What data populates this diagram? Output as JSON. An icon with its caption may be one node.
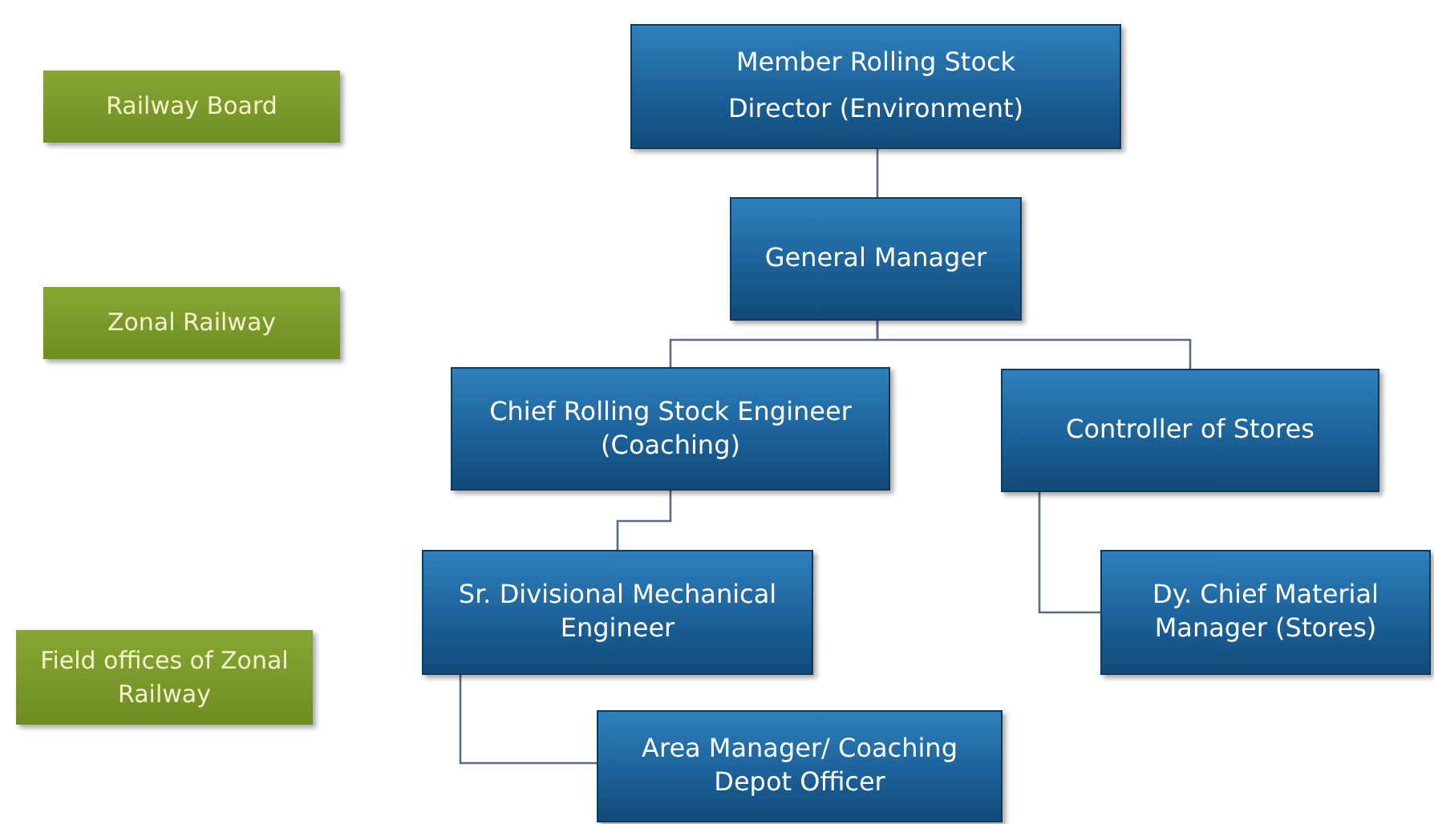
{
  "diagram": {
    "nodes": [
      {
        "text": [
          "Railway Board"
        ]
      },
      {
        "text": [
          "Zonal Railway"
        ]
      },
      {
        "text": [
          "Field offices of Zonal Railway"
        ]
      },
      {
        "text": [
          "Member Rolling Stock",
          "Director (Environment)"
        ]
      },
      {
        "text": [
          "General Manager"
        ]
      },
      {
        "text": [
          "Chief Rolling Stock Engineer (Coaching)"
        ]
      },
      {
        "text": [
          "Controller of Stores"
        ]
      },
      {
        "text": [
          "Sr. Divisional Mechanical Engineer"
        ]
      },
      {
        "text": [
          "Dy. Chief Material Manager (Stores)"
        ]
      },
      {
        "text": [
          "Area Manager/ Coaching Depot Officer"
        ]
      }
    ],
    "edges": [
      {
        "from": 3,
        "to": 4,
        "arrow": "none"
      },
      {
        "from": 4,
        "to": 5,
        "arrow": "none"
      },
      {
        "from": 4,
        "to": 6,
        "arrow": "none"
      },
      {
        "from": 5,
        "to": 7,
        "arrow": "none"
      },
      {
        "from": 6,
        "to": 8,
        "arrow": "none"
      },
      {
        "from": 7,
        "to": 9,
        "arrow": "none"
      }
    ]
  }
}
